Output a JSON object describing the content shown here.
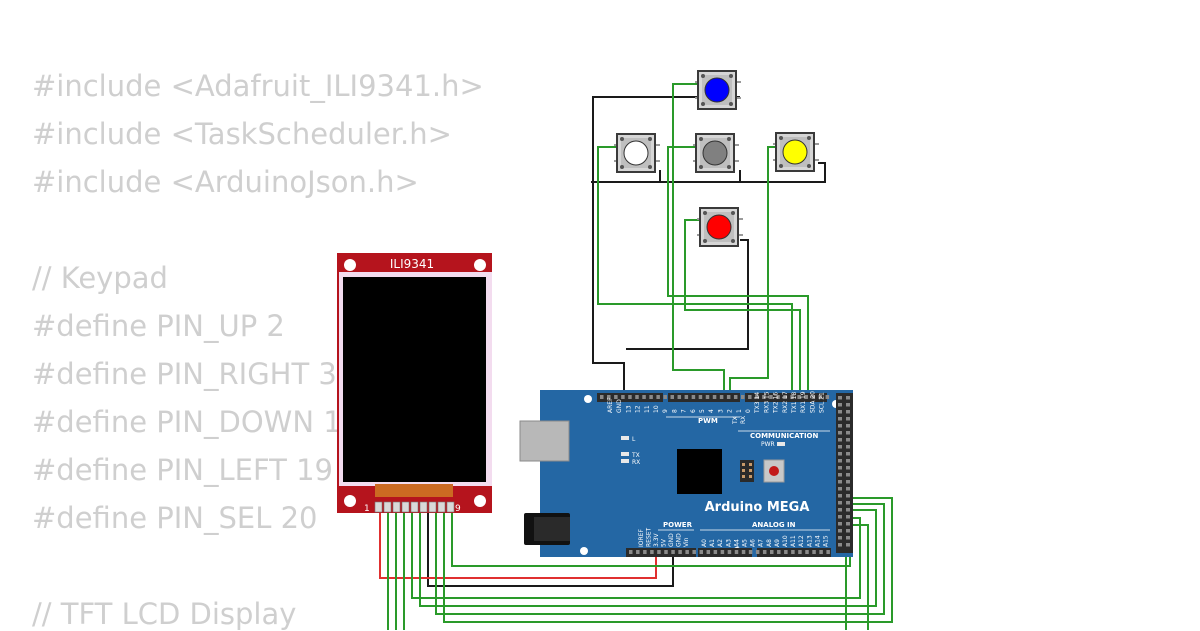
{
  "code_lines": [
    "#include <Adafruit_ILI9341.h>",
    "#include <TaskScheduler.h>",
    "#include <ArduinoJson.h>",
    "",
    "// Keypad",
    "#define PIN_UP 2",
    "#define PIN_RIGHT 3",
    "#define PIN_DOWN 18",
    "#define PIN_LEFT 19",
    "#define PIN_SEL 20",
    "",
    "// TFT LCD Display"
  ],
  "display": {
    "title": "ILI9341",
    "pin_first": "1",
    "pin_last": "9"
  },
  "board": {
    "name": "Arduino MEGA",
    "top_header_labels": [
      "AREF",
      "GND",
      "13",
      "12",
      "11",
      "10",
      "9",
      "8",
      "7",
      "6",
      "5",
      "4",
      "3",
      "2",
      "1",
      "0",
      "TX3 14",
      "RX3 15",
      "TX2 16",
      "RX2 17",
      "TX1 18",
      "RX1 19",
      "SDA 20",
      "SCL 21"
    ],
    "pwm_label": "PWM",
    "tx_rx_labels": [
      "TX",
      "RX"
    ],
    "communication_label": "COMMUNICATION",
    "led_labels": [
      "L",
      "TX",
      "RX"
    ],
    "pwr_label": "PWR",
    "power_label": "POWER",
    "power_pins": [
      "IOREF",
      "RESET",
      "3.3V",
      "5V",
      "GND",
      "GND",
      "Vin"
    ],
    "analog_label": "ANALOG IN",
    "analog_pins": [
      "A0",
      "A1",
      "A2",
      "A3",
      "A4",
      "A5",
      "A6",
      "A7",
      "A8",
      "A9",
      "A10",
      "A11",
      "A12",
      "A13",
      "A14",
      "A15"
    ]
  },
  "buttons": [
    {
      "name": "blue",
      "color": "#0000ff"
    },
    {
      "name": "white",
      "color": "#ffffff"
    },
    {
      "name": "gray",
      "color": "#808080"
    },
    {
      "name": "yellow",
      "color": "#ffff00"
    },
    {
      "name": "red",
      "color": "#ff0000"
    }
  ],
  "colors": {
    "board": "#2467a4",
    "display_pcb": "#b5141d",
    "wire_green": "#2a9a2a",
    "wire_black": "#1a1a1a",
    "wire_red": "#e03030",
    "code_text": "#cfcfcf"
  }
}
